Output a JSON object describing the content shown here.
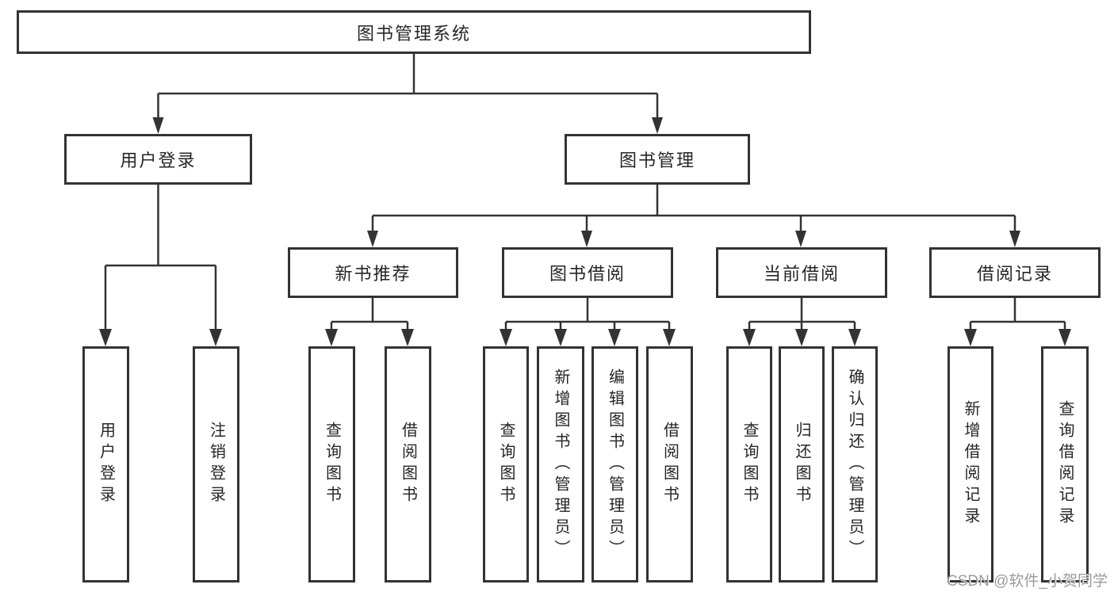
{
  "diagram_title": "图书管理系统",
  "tree": {
    "label": "图书管理系统",
    "children": [
      {
        "label": "用户登录",
        "children": [
          {
            "label": "用户登录"
          },
          {
            "label": "注销登录"
          }
        ]
      },
      {
        "label": "图书管理",
        "children": [
          {
            "label": "新书推荐",
            "children": [
              {
                "label": "查询图书"
              },
              {
                "label": "借阅图书"
              }
            ]
          },
          {
            "label": "图书借阅",
            "children": [
              {
                "label": "查询图书"
              },
              {
                "label": "新增图书（管理员）"
              },
              {
                "label": "编辑图书（管理员）"
              },
              {
                "label": "借阅图书"
              }
            ]
          },
          {
            "label": "当前借阅",
            "children": [
              {
                "label": "查询图书"
              },
              {
                "label": "归还图书"
              },
              {
                "label": "确认归还（管理员）"
              }
            ]
          },
          {
            "label": "借阅记录",
            "children": [
              {
                "label": "新增借阅记录"
              },
              {
                "label": "查询借阅记录"
              }
            ]
          }
        ]
      }
    ]
  },
  "watermark": "CSDN @软件_小贺同学",
  "colors": {
    "line": "#333333",
    "box_border": "#333333",
    "box_background": "#ffffff",
    "text": "#262626",
    "watermark": "#9b9b9b"
  }
}
